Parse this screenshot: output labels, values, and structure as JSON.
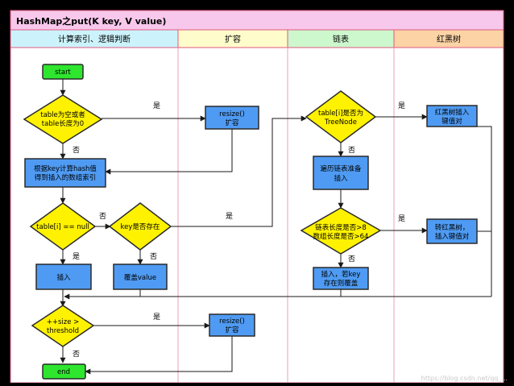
{
  "title": "HashMap之put(K key, V value)",
  "lanes": [
    {
      "id": "compute",
      "label": "计算索引、逻辑判断",
      "color": "#ccf3fb"
    },
    {
      "id": "resize",
      "label": "扩容",
      "color": "#fffccb"
    },
    {
      "id": "list",
      "label": "链表",
      "color": "#cdf7cd"
    },
    {
      "id": "tree",
      "label": "红黑树",
      "color": "#fbd3a5"
    }
  ],
  "colors": {
    "title_bg": "#f7c8eb",
    "process": "#4f9bf3",
    "decision": "#fff200",
    "terminal": "#2ee62e",
    "line": "#1a1a1a"
  },
  "nodes": {
    "start": {
      "text": [
        "start"
      ]
    },
    "table_empty": {
      "text": [
        "table为空或者",
        "table长度为0"
      ]
    },
    "resize_top": {
      "text": [
        "resize()",
        "扩容"
      ]
    },
    "compute_hash": {
      "text": [
        "根据key计算hash值",
        "得到插入的数组索引"
      ]
    },
    "table_i_null": {
      "text": [
        "table[i] == null"
      ]
    },
    "key_exists": {
      "text": [
        "key是否存在"
      ]
    },
    "insert": {
      "text": [
        "插入"
      ]
    },
    "overwrite": {
      "text": [
        "覆盖value"
      ]
    },
    "is_treenode": {
      "text": [
        "table[i]是否为",
        "TreeNode"
      ]
    },
    "traverse": {
      "text": [
        "遍历链表准备",
        "插入"
      ]
    },
    "list_check": {
      "text": [
        "链表长度是否>8",
        "数组长度是否>64"
      ]
    },
    "insert_or_overwrite": {
      "text": [
        "插入，若key",
        "存在则覆盖"
      ]
    },
    "tree_insert": {
      "text": [
        "红黑树插入",
        "键值对"
      ]
    },
    "to_tree": {
      "text": [
        "转红黑树，",
        "插入键值对"
      ]
    },
    "size_check": {
      "text": [
        "++size >",
        "threshold"
      ]
    },
    "resize_bottom": {
      "text": [
        "resize()",
        "扩容"
      ]
    },
    "end": {
      "text": [
        "end"
      ]
    }
  },
  "edge_labels": {
    "yes": "是",
    "no": "否"
  },
  "watermark": "https://blog.csdn.net/qq_..."
}
